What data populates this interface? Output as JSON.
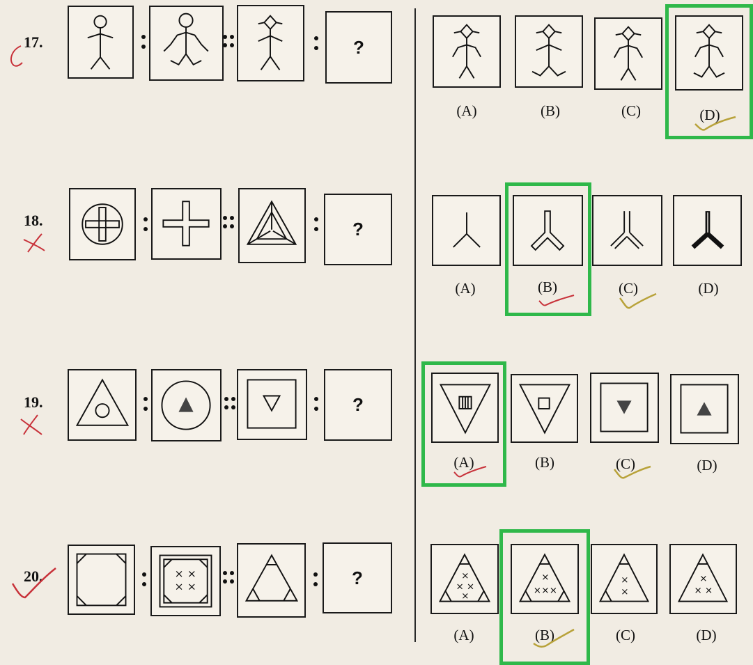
{
  "questions": [
    {
      "number": "17.",
      "answer_symbol": "?",
      "options": [
        "(A)",
        "(B)",
        "(C)",
        "(D)"
      ],
      "highlighted_option": "(D)"
    },
    {
      "number": "18.",
      "answer_symbol": "?",
      "options": [
        "(A)",
        "(B)",
        "(C)",
        "(D)"
      ],
      "highlighted_option": "(B)"
    },
    {
      "number": "19.",
      "answer_symbol": "?",
      "options": [
        "(A)",
        "(B)",
        "(C)",
        "(D)"
      ],
      "highlighted_option": "(A)"
    },
    {
      "number": "20.",
      "answer_symbol": "?",
      "options": [
        "(A)",
        "(B)",
        "(C)",
        "(D)"
      ],
      "highlighted_option": "(B)"
    }
  ],
  "colors": {
    "highlight": "#2fb84a",
    "red_mark": "#c8323a",
    "yellow_mark": "#b8a23a",
    "ink": "#111111",
    "paper": "#f1ece3"
  }
}
